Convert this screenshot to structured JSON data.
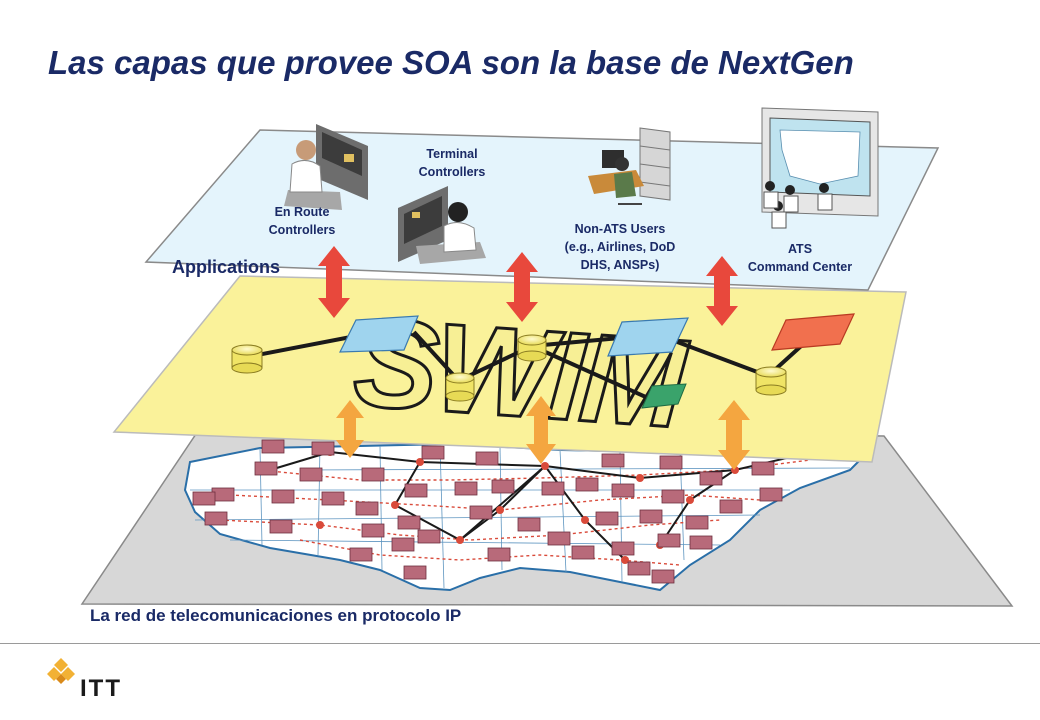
{
  "title": "Las capas  que provee SOA son la base de NextGen",
  "layers": {
    "applications": {
      "label": "Applications"
    },
    "swim": {
      "label": "SWIM"
    },
    "network": {
      "label": "La red de telecomunicaciones en protocolo IP"
    }
  },
  "app_nodes": {
    "en_route": {
      "line1": "En Route",
      "line2": "Controllers"
    },
    "terminal": {
      "line1": "Terminal",
      "line2": "Controllers"
    },
    "non_ats": {
      "line1": "Non-ATS Users",
      "line2": "(e.g., Airlines, DoD",
      "line3": "DHS, ANSPs)"
    },
    "ats": {
      "line1": "ATS",
      "line2": "Command Center"
    }
  },
  "logo": {
    "text": "ITT"
  },
  "colors": {
    "title": "#1a2a66",
    "applications_plane": "#dff2fb",
    "swim_plane": "#faf29a",
    "network_plane": "#d7d7d7",
    "arrow_red": "#e8483c",
    "arrow_orange": "#f4a640"
  }
}
